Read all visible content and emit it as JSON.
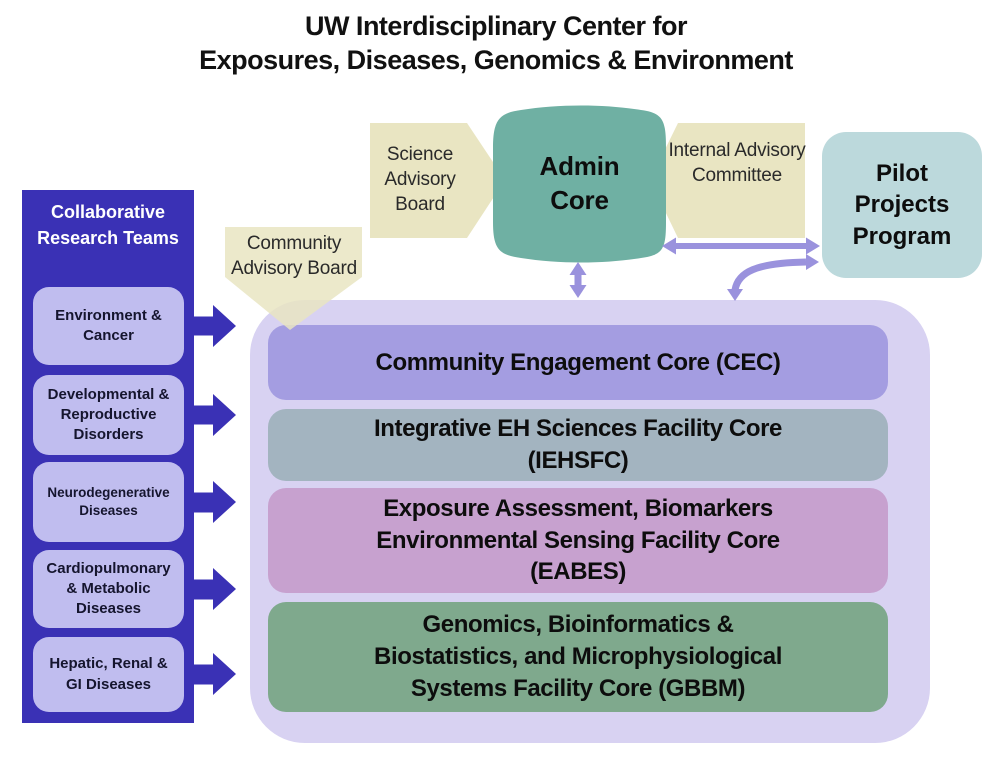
{
  "title": "UW Interdisciplinary Center for\nExposures, Diseases, Genomics & Environment",
  "sidebar": {
    "header": "Collaborative Research Teams",
    "items": [
      {
        "label": "Environment & Cancer"
      },
      {
        "label": "Developmental & Reproductive Disorders"
      },
      {
        "label": "Neurodegenerative Diseases"
      },
      {
        "label": "Cardiopulmonary & Metabolic Diseases"
      },
      {
        "label": "Hepatic, Renal & GI Diseases"
      }
    ]
  },
  "advisory": {
    "science": "Science Advisory Board",
    "internal": "Internal Advisory Committee",
    "community": "Community Advisory Board"
  },
  "admin_core": {
    "label": "Admin\nCore"
  },
  "pilot": {
    "label": "Pilot\nProjects\nProgram"
  },
  "cores": [
    {
      "abbr": "CEC",
      "label": "Community Engagement Core (CEC)",
      "color": "#a49de1"
    },
    {
      "abbr": "IEHSFC",
      "label": "Integrative EH Sciences Facility Core\n(IEHSFC)",
      "color": "#a3b4c0"
    },
    {
      "abbr": "EABES",
      "label": "Exposure Assessment, Biomarkers\nEnvironmental Sensing Facility Core\n(EABES)",
      "color": "#c7a1cf"
    },
    {
      "abbr": "GBBM",
      "label": "Genomics, Bioinformatics &\nBiostatistics, and Microphysiological\nSystems Facility Core (GBBM)",
      "color": "#7fa98d"
    }
  ],
  "colors": {
    "tan": "#e9e5c2",
    "teal": "#6fb0a3",
    "sidebar_bg": "#3a31b5",
    "sidebar_item": "#c0bdef",
    "container": "#d8d2f2",
    "pilot": "#bcd9dc",
    "arrow_purple": "#9a92dd",
    "arrow_blue": "#3a31b5"
  }
}
